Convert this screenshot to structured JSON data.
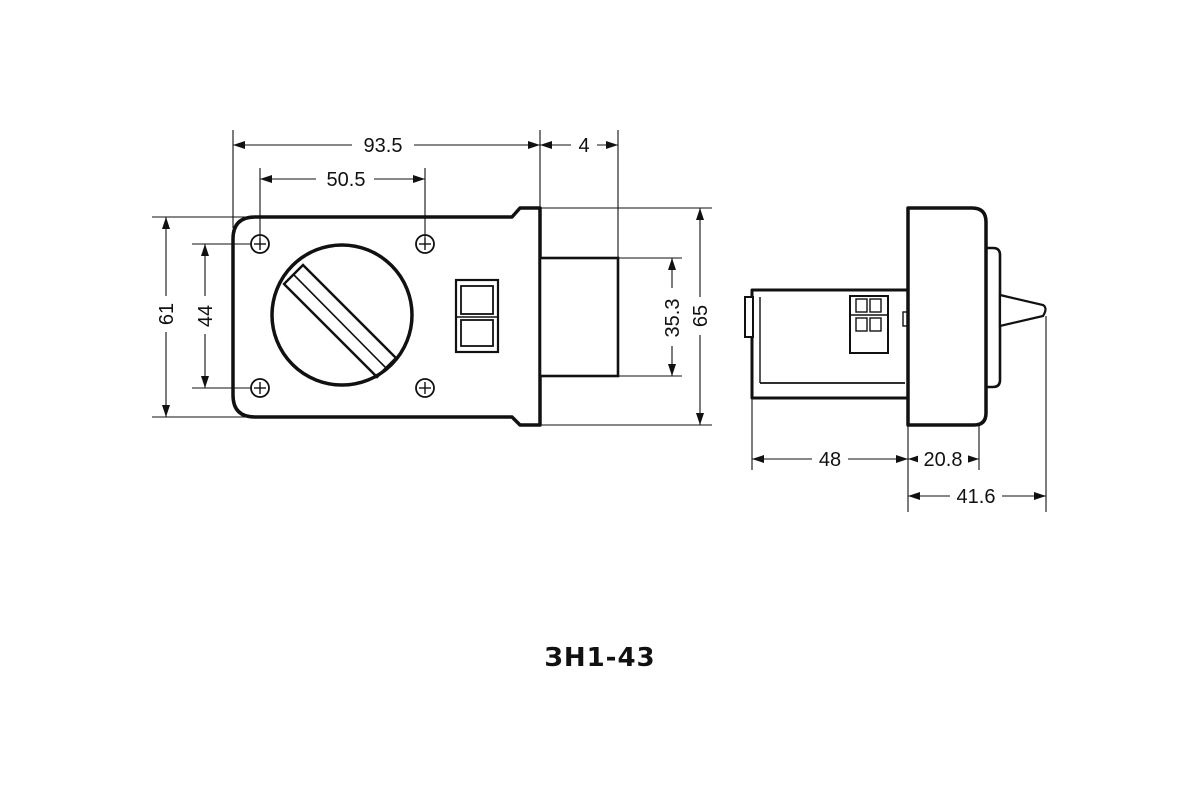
{
  "model": "ЗН1-43",
  "dimensions": {
    "front_width": "93.5",
    "hole_spacing_h": "50.5",
    "plate_offset": "4",
    "body_height": "61",
    "hole_spacing_v": "44",
    "block_height": "35.3",
    "total_height": "65",
    "cylinder_length": "48",
    "cap_depth": "20.8",
    "total_depth": "41.6"
  },
  "colors": {
    "line": "#111111",
    "background": "#ffffff"
  }
}
